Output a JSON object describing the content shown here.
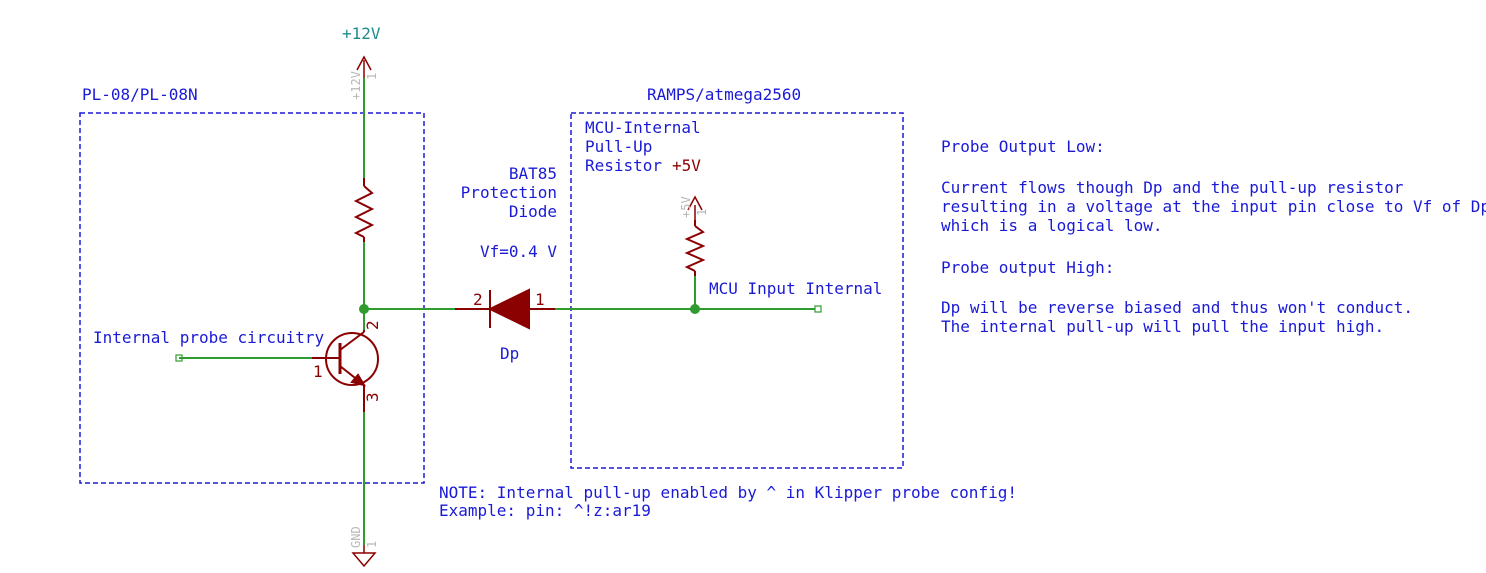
{
  "colors": {
    "wire": "#2e9c2e",
    "component": "#8b0000",
    "text": "#1a1ad6",
    "power_label": "#1e8c8c",
    "pin_ref": "#b8b8b8"
  },
  "power": {
    "v12_label": "+12V",
    "v12_ref": "+12V",
    "v12_pin": "1",
    "v5_label": "+5V",
    "v5_ref": "+5V",
    "v5_pin": "1",
    "gnd_ref": "GND",
    "gnd_pin": "1"
  },
  "boxes": {
    "probe_title": "PL-08/PL-08N",
    "mcu_title": "RAMPS/atmega2560"
  },
  "labels": {
    "internal_probe": "Internal probe circuitry",
    "mcu_internal": [
      "MCU-Internal",
      "Pull-Up",
      "Resistor"
    ],
    "bat85": [
      "BAT85",
      "Protection",
      "Diode"
    ],
    "vf": "Vf=0.4 V",
    "dp": "Dp",
    "mcu_input": "MCU Input Internal"
  },
  "pins": {
    "diode_anode": "2",
    "diode_cathode": "1",
    "transistor_base": "1",
    "transistor_collector": "2",
    "transistor_emitter": "3"
  },
  "notes": {
    "probe_output_low_heading": "Probe Output Low:",
    "probe_output_low_body": [
      "Current flows though Dp and the pull-up resistor",
      "resulting in a voltage at the input pin close to Vf of Dp",
      "which is a logical low."
    ],
    "probe_output_high_heading": "Probe output High:",
    "probe_output_high_body": [
      "Dp will be reverse biased and thus won't conduct.",
      "The internal pull-up will pull the input high."
    ],
    "klipper_note": [
      "NOTE: Internal pull-up enabled by ^ in Klipper probe config!",
      "Example: pin: ^!z:ar19"
    ]
  }
}
